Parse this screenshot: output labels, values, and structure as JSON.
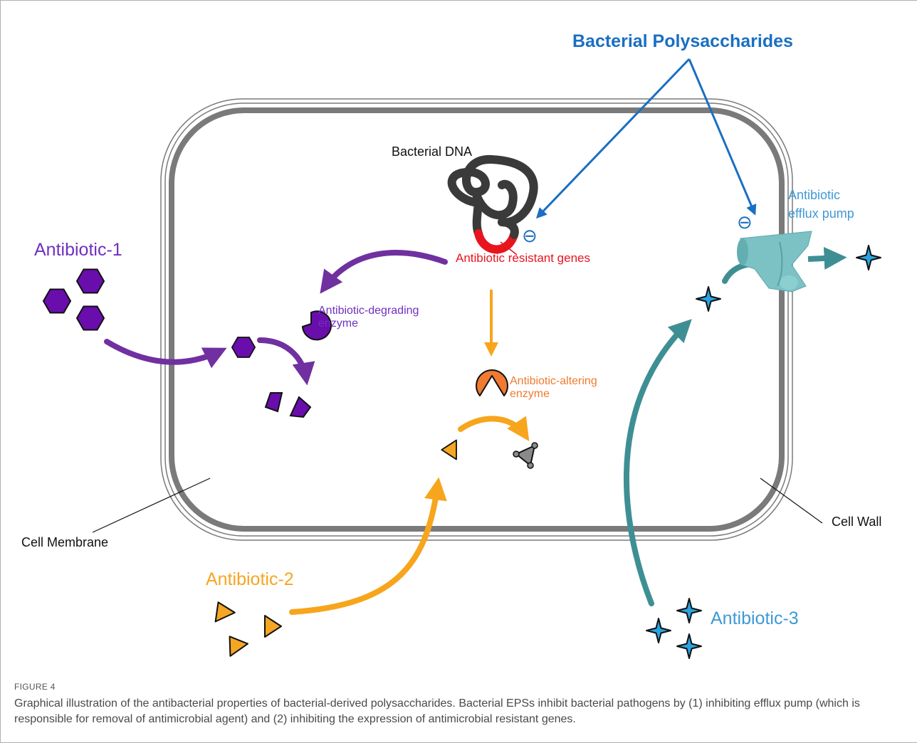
{
  "labels": {
    "bacterial_polysaccharides": "Bacterial Polysaccharides",
    "bacterial_dna": "Bacterial DNA",
    "antibiotic_resistant_genes": "Antibiotic resistant genes",
    "antibiotic_1": "Antibiotic-1",
    "antibiotic_2": "Antibiotic-2",
    "antibiotic_3": "Antibiotic-3",
    "degrading_enzyme_line1": "Antibiotic-degrading",
    "degrading_enzyme_line2": "enzyme",
    "altering_enzyme_line1": "Antibiotic-altering",
    "altering_enzyme_line2": "enzyme",
    "efflux_pump_line1": "Antibiotic",
    "efflux_pump_line2": "efflux pump",
    "cell_membrane": "Cell Membrane",
    "cell_wall": "Cell Wall",
    "inhibit_symbol": "⊖"
  },
  "caption": {
    "label": "FIGURE 4",
    "text": "Graphical illustration of the antibacterial properties of bacterial-derived polysaccharides. Bacterial EPSs inhibit bacterial pathogens by (1) inhibiting efflux pump (which is responsible for removal of antimicrobial agent) and (2) inhibiting the expression of antimicrobial resistant genes."
  },
  "colors": {
    "polysaccharide_blue": "#1a6fc2",
    "antibiotic1_purple": "#6a0dad",
    "antibiotic2_orange": "#f5a623",
    "antibiotic3_teal": "#3e8f94",
    "resistant_red": "#e8141e",
    "altering_enzyme_orange": "#f07a30",
    "pump_teal": "#7cc2c4",
    "cell_gray": "#7a7a7a",
    "star_blue": "#2aa3e0"
  }
}
